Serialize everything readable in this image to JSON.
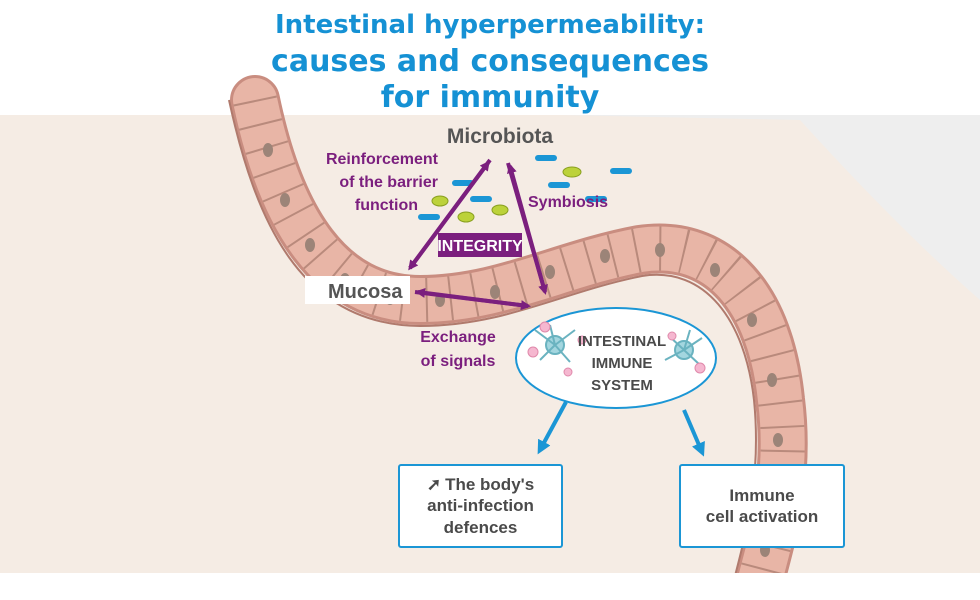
{
  "title": {
    "line1": "Intestinal hyperpermeability:",
    "line2": "causes and consequences",
    "line3": "for immunity"
  },
  "nodes": {
    "microbiota": "Microbiota",
    "mucosa": "Mucosa",
    "integrity": "INTEGRITY",
    "immune_system": [
      "INTESTINAL",
      "IMMUNE",
      "SYSTEM"
    ]
  },
  "edge_labels": {
    "reinforcement": [
      "Reinforcement",
      "of the barrier",
      "function"
    ],
    "symbiosis": "Symbiosis",
    "exchange": [
      "Exchange",
      "of signals"
    ]
  },
  "outcomes": {
    "defences": [
      "The body's",
      "anti-infection",
      "defences"
    ],
    "defences_icon": "up-right-arrow-icon",
    "activation": [
      "Immune",
      "cell activation"
    ]
  },
  "colors": {
    "title": "#1591d4",
    "purple": "#7b1f7e",
    "blue": "#1b96d5",
    "tissue": "#e8b5a6",
    "background": "#f5ece4"
  }
}
